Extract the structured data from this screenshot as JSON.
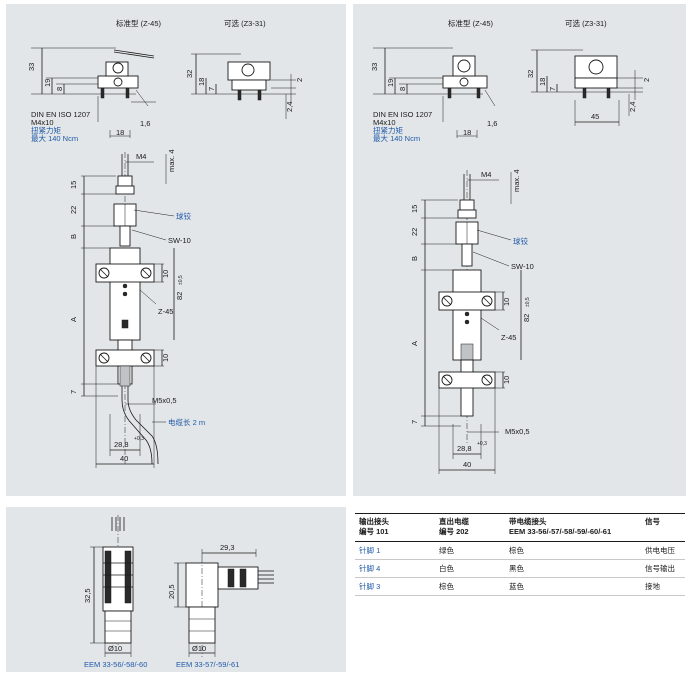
{
  "left_panel": {
    "header_standard": "标准型 (Z-45)",
    "header_optional": "可选 (Z3-31)",
    "dim_33": "33",
    "dim_19": "19",
    "dim_8": "8",
    "dim_32": "32",
    "dim_18": "18",
    "dim_7": "7",
    "dim_2": "2",
    "dim_24": "2,4",
    "dim_16": "1,6",
    "dim_18b": "18",
    "spec_lines": [
      "DIN EN ISO 1207",
      "M4x10",
      "扭紧力矩",
      "最大 140 Ncm"
    ],
    "m4": "M4",
    "max4": "max. 4",
    "dim_15": "15",
    "dim_22": "22",
    "dim_B": "B",
    "dim_A": "A",
    "ball_joint": "球铰",
    "sw10": "SW-10",
    "dim_10a": "10",
    "dim_82": "82",
    "tol_82": "±0,5",
    "z45": "Z-45",
    "dim_10b": "10",
    "m5": "M5x0,5",
    "dim_7b": "7",
    "dim_288": "28,8",
    "tol_288": "+0,3",
    "cable_len": "电缆长 2 m",
    "dim_40": "40"
  },
  "right_panel": {
    "header_standard": "标准型 (Z-45)",
    "header_optional": "可选 (Z3-31)",
    "dim_33": "33",
    "dim_19": "19",
    "dim_8": "8",
    "dim_32": "32",
    "dim_18": "18",
    "dim_7": "7",
    "dim_2": "2",
    "dim_24": "2,4",
    "dim_45": "45",
    "dim_16": "1,6",
    "dim_18b": "18",
    "spec_lines": [
      "DIN EN ISO 1207",
      "M4x10",
      "扭紧力矩",
      "最大 140 Ncm"
    ],
    "m4": "M4",
    "max4": "max. 4",
    "dim_15": "15",
    "dim_22": "22",
    "dim_B": "B",
    "dim_A": "A",
    "ball_joint": "球铰",
    "sw10": "SW-10",
    "dim_10a": "10",
    "dim_82": "82",
    "tol_82": "±0,5",
    "z45": "Z-45",
    "dim_10b": "10",
    "dim_7b": "7",
    "m5": "M5x0,5",
    "dim_288": "28,8",
    "tol_288": "+0,3",
    "dim_40": "40"
  },
  "connector_panel": {
    "dim_325": "32,5",
    "dim_10a": "Ø10",
    "label_a": "EEM 33-56/-58/-60",
    "dim_293": "29,3",
    "dim_205": "20,5",
    "dim_10b": "Ø10",
    "label_b": "EEM 33-57/-59/-61"
  },
  "signal_table": {
    "headers": [
      [
        "输出接头",
        "编号 101"
      ],
      [
        "直出电缆",
        "编号 202"
      ],
      [
        "带电缆接头",
        "EEM 33-56/-57/-58/-59/-60/-61"
      ],
      [
        "信号",
        ""
      ]
    ],
    "rows": [
      [
        "针脚 1",
        "绿色",
        "棕色",
        "供电电压"
      ],
      [
        "针脚 4",
        "白色",
        "黑色",
        "信号输出"
      ],
      [
        "针脚 3",
        "棕色",
        "蓝色",
        "接地"
      ]
    ]
  },
  "colors": {
    "panel_bg": "#e3e6e8",
    "accent_blue": "#1f5aa8"
  }
}
